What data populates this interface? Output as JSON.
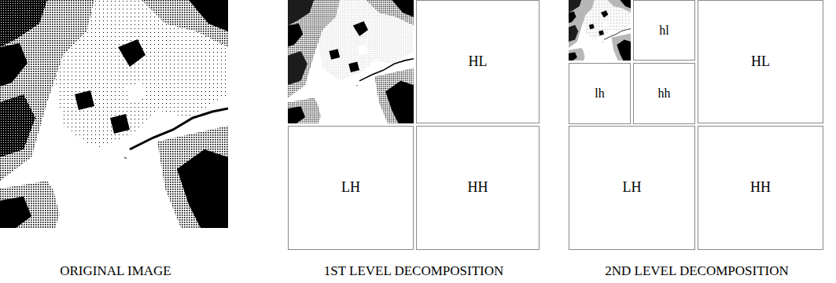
{
  "diagram": {
    "nodes": [
      {
        "text": [
          "HL"
        ]
      },
      {
        "text": [
          "LH"
        ]
      },
      {
        "text": [
          "HH"
        ]
      },
      {
        "text": [
          "hl"
        ]
      },
      {
        "text": [
          "lh"
        ]
      },
      {
        "text": [
          "hh"
        ]
      },
      {
        "text": [
          "HL"
        ]
      },
      {
        "text": [
          "LH"
        ]
      },
      {
        "text": [
          "HH"
        ]
      }
    ],
    "edges": [],
    "labels": [
      "ORIGINAL IMAGE",
      "1ST LEVEL DECOMPOSITION",
      "2ND LEVEL DECOMPOSITION"
    ]
  }
}
